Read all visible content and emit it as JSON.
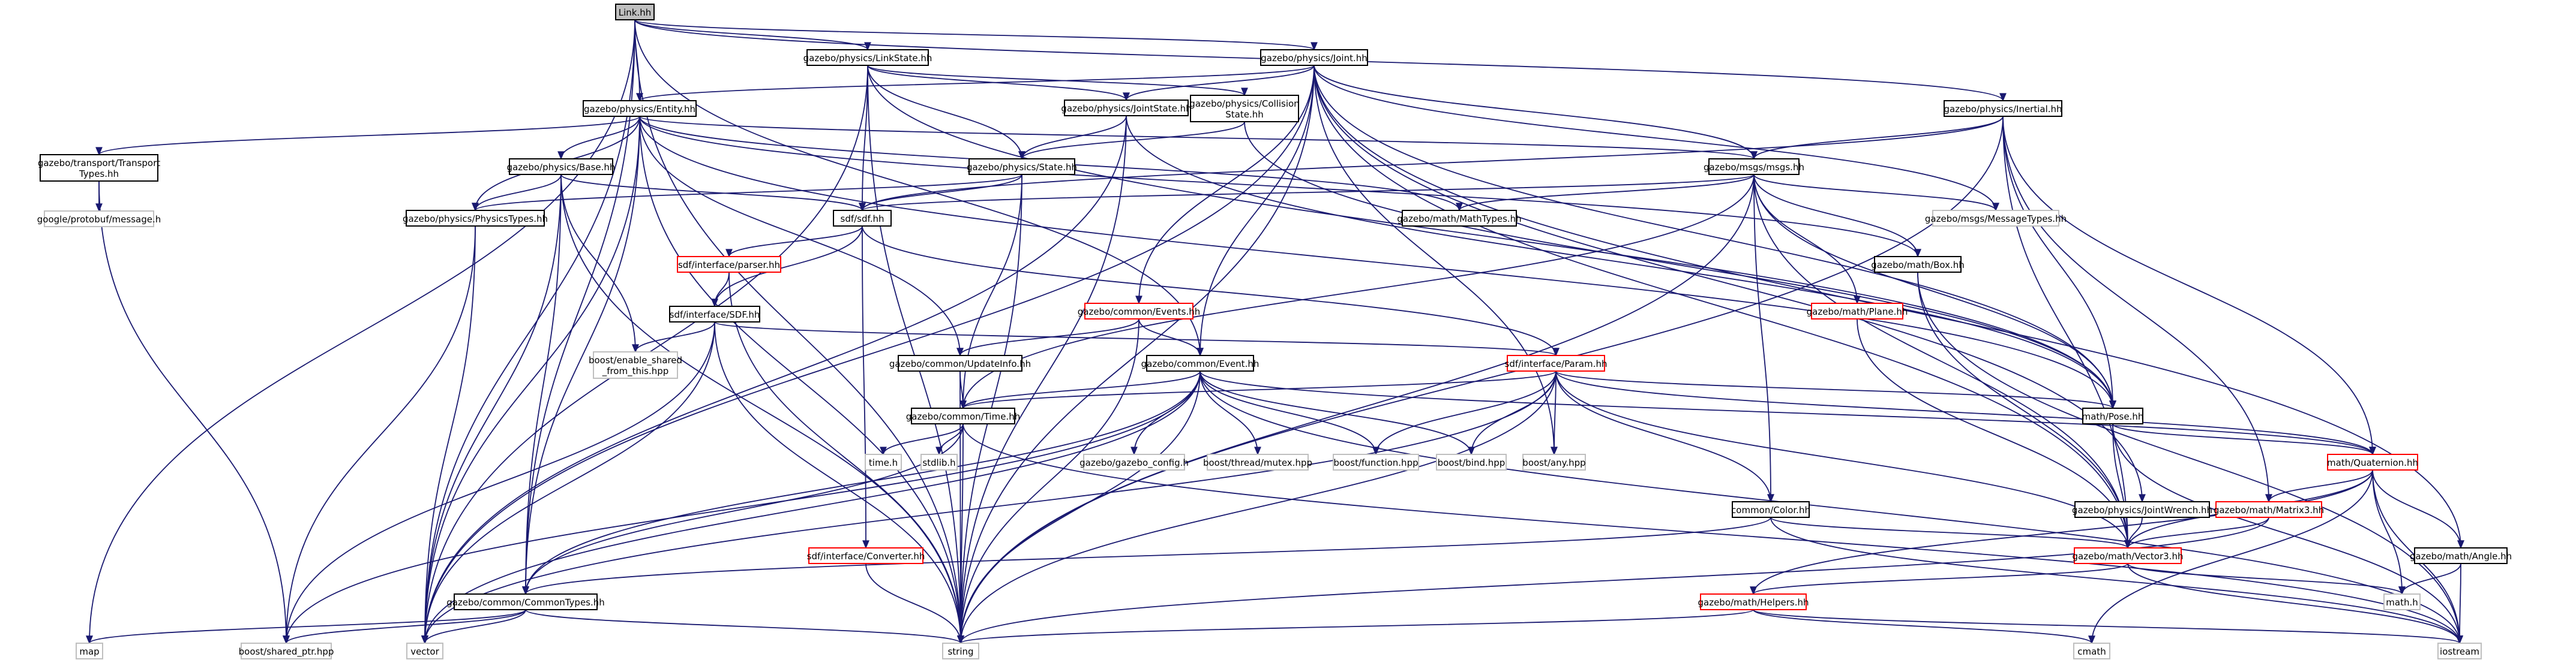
{
  "colors": {
    "root_fill": "#bfbfbf",
    "node_fill": "#ffffff",
    "border_documented": "#000000",
    "border_undocumented": "#bfbfbf",
    "border_truncated": "#ff0000",
    "edge": "#191970",
    "text": "#000000"
  },
  "nodes": [
    {
      "id": "link",
      "lines": [
        "Link.hh"
      ],
      "style": "root"
    },
    {
      "id": "linkstate",
      "lines": [
        "gazebo/physics/LinkState.hh"
      ],
      "style": "doc"
    },
    {
      "id": "joint",
      "lines": [
        "gazebo/physics/Joint.hh"
      ],
      "style": "doc"
    },
    {
      "id": "entity",
      "lines": [
        "gazebo/physics/Entity.hh"
      ],
      "style": "doc"
    },
    {
      "id": "jointstate",
      "lines": [
        "gazebo/physics/JointState.hh"
      ],
      "style": "doc"
    },
    {
      "id": "collisionstate",
      "lines": [
        "gazebo/physics/Collision",
        "State.hh"
      ],
      "style": "doc"
    },
    {
      "id": "inertial",
      "lines": [
        "gazebo/physics/Inertial.hh"
      ],
      "style": "doc"
    },
    {
      "id": "transport",
      "lines": [
        "gazebo/transport/Transport",
        "Types.hh"
      ],
      "style": "doc"
    },
    {
      "id": "base",
      "lines": [
        "gazebo/physics/Base.hh"
      ],
      "style": "doc"
    },
    {
      "id": "state",
      "lines": [
        "gazebo/physics/State.hh"
      ],
      "style": "doc"
    },
    {
      "id": "msgs",
      "lines": [
        "gazebo/msgs/msgs.hh"
      ],
      "style": "doc"
    },
    {
      "id": "protobuf",
      "lines": [
        "google/protobuf/message.h"
      ],
      "style": "undoc"
    },
    {
      "id": "physicstypes",
      "lines": [
        "gazebo/physics/PhysicsTypes.hh"
      ],
      "style": "doc"
    },
    {
      "id": "sdfsdf",
      "lines": [
        "sdf/sdf.hh"
      ],
      "style": "doc"
    },
    {
      "id": "mathtypes",
      "lines": [
        "gazebo/math/MathTypes.hh"
      ],
      "style": "doc"
    },
    {
      "id": "messagetypes",
      "lines": [
        "gazebo/msgs/MessageTypes.hh"
      ],
      "style": "undoc"
    },
    {
      "id": "parser",
      "lines": [
        "sdf/interface/parser.hh"
      ],
      "style": "trunc"
    },
    {
      "id": "mathbox",
      "lines": [
        "gazebo/math/Box.hh"
      ],
      "style": "doc"
    },
    {
      "id": "sdfhh",
      "lines": [
        "sdf/interface/SDF.hh"
      ],
      "style": "doc"
    },
    {
      "id": "events",
      "lines": [
        "gazebo/common/Events.hh"
      ],
      "style": "trunc"
    },
    {
      "id": "plane",
      "lines": [
        "gazebo/math/Plane.hh"
      ],
      "style": "trunc"
    },
    {
      "id": "enableshared",
      "lines": [
        "boost/enable_shared",
        "_from_this.hpp"
      ],
      "style": "undoc"
    },
    {
      "id": "updateinfo",
      "lines": [
        "gazebo/common/UpdateInfo.hh"
      ],
      "style": "doc"
    },
    {
      "id": "event",
      "lines": [
        "gazebo/common/Event.hh"
      ],
      "style": "doc"
    },
    {
      "id": "param",
      "lines": [
        "sdf/interface/Param.hh"
      ],
      "style": "trunc"
    },
    {
      "id": "pose",
      "lines": [
        "math/Pose.hh"
      ],
      "style": "doc"
    },
    {
      "id": "time",
      "lines": [
        "gazebo/common/Time.hh"
      ],
      "style": "doc"
    },
    {
      "id": "gazeboconfig",
      "lines": [
        "gazebo/gazebo_config.h"
      ],
      "style": "undoc"
    },
    {
      "id": "mutex",
      "lines": [
        "boost/thread/mutex.hpp"
      ],
      "style": "undoc"
    },
    {
      "id": "function",
      "lines": [
        "boost/function.hpp"
      ],
      "style": "undoc"
    },
    {
      "id": "bind",
      "lines": [
        "boost/bind.hpp"
      ],
      "style": "undoc"
    },
    {
      "id": "any",
      "lines": [
        "boost/any.hpp"
      ],
      "style": "undoc"
    },
    {
      "id": "timeh",
      "lines": [
        "time.h"
      ],
      "style": "undoc"
    },
    {
      "id": "stdlib",
      "lines": [
        "stdlib.h"
      ],
      "style": "undoc"
    },
    {
      "id": "quaternion",
      "lines": [
        "math/Quaternion.hh"
      ],
      "style": "trunc"
    },
    {
      "id": "jointwrench",
      "lines": [
        "gazebo/physics/JointWrench.hh"
      ],
      "style": "doc"
    },
    {
      "id": "color",
      "lines": [
        "common/Color.hh"
      ],
      "style": "doc"
    },
    {
      "id": "matrix3",
      "lines": [
        "gazebo/math/Matrix3.hh"
      ],
      "style": "trunc"
    },
    {
      "id": "converter",
      "lines": [
        "sdf/interface/Converter.hh"
      ],
      "style": "trunc"
    },
    {
      "id": "vector3",
      "lines": [
        "gazebo/math/Vector3.hh"
      ],
      "style": "trunc"
    },
    {
      "id": "angle",
      "lines": [
        "gazebo/math/Angle.hh"
      ],
      "style": "doc"
    },
    {
      "id": "commontypes",
      "lines": [
        "gazebo/common/CommonTypes.hh"
      ],
      "style": "doc"
    },
    {
      "id": "helpers",
      "lines": [
        "gazebo/math/Helpers.hh"
      ],
      "style": "trunc"
    },
    {
      "id": "mathh",
      "lines": [
        "math.h"
      ],
      "style": "undoc"
    },
    {
      "id": "map",
      "lines": [
        "map"
      ],
      "style": "undoc"
    },
    {
      "id": "sharedptr",
      "lines": [
        "boost/shared_ptr.hpp"
      ],
      "style": "undoc"
    },
    {
      "id": "vector",
      "lines": [
        "vector"
      ],
      "style": "undoc"
    },
    {
      "id": "string",
      "lines": [
        "string"
      ],
      "style": "undoc"
    },
    {
      "id": "cmath",
      "lines": [
        "cmath"
      ],
      "style": "undoc"
    },
    {
      "id": "iostream",
      "lines": [
        "iostream"
      ],
      "style": "undoc"
    }
  ],
  "edges": [
    [
      "link",
      "linkstate"
    ],
    [
      "link",
      "joint"
    ],
    [
      "link",
      "entity"
    ],
    [
      "link",
      "inertial"
    ],
    [
      "link",
      "event"
    ],
    [
      "link",
      "commontypes"
    ],
    [
      "link",
      "map"
    ],
    [
      "link",
      "vector"
    ],
    [
      "link",
      "string"
    ],
    [
      "linkstate",
      "jointstate"
    ],
    [
      "linkstate",
      "collisionstate"
    ],
    [
      "linkstate",
      "state"
    ],
    [
      "linkstate",
      "sdfsdf"
    ],
    [
      "linkstate",
      "pose"
    ],
    [
      "linkstate",
      "vector"
    ],
    [
      "linkstate",
      "string"
    ],
    [
      "joint",
      "jointstate"
    ],
    [
      "joint",
      "entity"
    ],
    [
      "joint",
      "msgs"
    ],
    [
      "joint",
      "messagetypes"
    ],
    [
      "joint",
      "events"
    ],
    [
      "joint",
      "event"
    ],
    [
      "joint",
      "jointwrench"
    ],
    [
      "joint",
      "vector3"
    ],
    [
      "joint",
      "pose"
    ],
    [
      "joint",
      "angle"
    ],
    [
      "joint",
      "any"
    ],
    [
      "joint",
      "string"
    ],
    [
      "joint",
      "vector"
    ],
    [
      "entity",
      "transport"
    ],
    [
      "entity",
      "base"
    ],
    [
      "entity",
      "physicstypes"
    ],
    [
      "entity",
      "msgs"
    ],
    [
      "entity",
      "mathtypes"
    ],
    [
      "entity",
      "mathbox"
    ],
    [
      "entity",
      "pose"
    ],
    [
      "entity",
      "updateinfo"
    ],
    [
      "entity",
      "commontypes"
    ],
    [
      "entity",
      "string"
    ],
    [
      "entity",
      "vector"
    ],
    [
      "jointstate",
      "state"
    ],
    [
      "jointstate",
      "pose"
    ],
    [
      "jointstate",
      "vector"
    ],
    [
      "jointstate",
      "string"
    ],
    [
      "collisionstate",
      "state"
    ],
    [
      "collisionstate",
      "pose"
    ],
    [
      "inertial",
      "msgs"
    ],
    [
      "inertial",
      "sdfsdf"
    ],
    [
      "inertial",
      "quaternion"
    ],
    [
      "inertial",
      "vector3"
    ],
    [
      "inertial",
      "matrix3"
    ],
    [
      "inertial",
      "pose"
    ],
    [
      "inertial",
      "string"
    ],
    [
      "transport",
      "protobuf"
    ],
    [
      "transport",
      "sharedptr"
    ],
    [
      "base",
      "physicstypes"
    ],
    [
      "base",
      "sdfsdf"
    ],
    [
      "base",
      "enableshared"
    ],
    [
      "base",
      "commontypes"
    ],
    [
      "base",
      "vector"
    ],
    [
      "base",
      "string"
    ],
    [
      "state",
      "sdfsdf"
    ],
    [
      "state",
      "physicstypes"
    ],
    [
      "state",
      "time"
    ],
    [
      "state",
      "string"
    ],
    [
      "msgs",
      "messagetypes"
    ],
    [
      "msgs",
      "mathtypes"
    ],
    [
      "msgs",
      "sdfsdf"
    ],
    [
      "msgs",
      "mathbox"
    ],
    [
      "msgs",
      "plane"
    ],
    [
      "msgs",
      "pose"
    ],
    [
      "msgs",
      "color"
    ],
    [
      "msgs",
      "vector3"
    ],
    [
      "msgs",
      "time"
    ],
    [
      "msgs",
      "string"
    ],
    [
      "physicstypes",
      "sharedptr"
    ],
    [
      "physicstypes",
      "vector"
    ],
    [
      "sdfsdf",
      "parser"
    ],
    [
      "sdfsdf",
      "sdfhh"
    ],
    [
      "sdfsdf",
      "param"
    ],
    [
      "sdfsdf",
      "converter"
    ],
    [
      "parser",
      "sdfhh"
    ],
    [
      "parser",
      "string"
    ],
    [
      "mathbox",
      "vector3"
    ],
    [
      "mathbox",
      "iostream"
    ],
    [
      "sdfhh",
      "param"
    ],
    [
      "sdfhh",
      "enableshared"
    ],
    [
      "sdfhh",
      "sharedptr"
    ],
    [
      "sdfhh",
      "vector"
    ],
    [
      "sdfhh",
      "string"
    ],
    [
      "events",
      "event"
    ],
    [
      "events",
      "updateinfo"
    ],
    [
      "events",
      "string"
    ],
    [
      "plane",
      "vector3"
    ],
    [
      "updateinfo",
      "time"
    ],
    [
      "updateinfo",
      "string"
    ],
    [
      "event",
      "time"
    ],
    [
      "event",
      "gazeboconfig"
    ],
    [
      "event",
      "mutex"
    ],
    [
      "event",
      "function"
    ],
    [
      "event",
      "bind"
    ],
    [
      "event",
      "commontypes"
    ],
    [
      "event",
      "sharedptr"
    ],
    [
      "event",
      "vector"
    ],
    [
      "event",
      "string"
    ],
    [
      "event",
      "iostream"
    ],
    [
      "event",
      "quaternion"
    ],
    [
      "param",
      "any"
    ],
    [
      "param",
      "bind"
    ],
    [
      "param",
      "function"
    ],
    [
      "param",
      "color"
    ],
    [
      "param",
      "pose"
    ],
    [
      "param",
      "vector3"
    ],
    [
      "param",
      "quaternion"
    ],
    [
      "param",
      "time"
    ],
    [
      "param",
      "string"
    ],
    [
      "param",
      "vector"
    ],
    [
      "pose",
      "vector3"
    ],
    [
      "pose",
      "quaternion"
    ],
    [
      "pose",
      "iostream"
    ],
    [
      "time",
      "timeh"
    ],
    [
      "time",
      "stdlib"
    ],
    [
      "time",
      "commontypes"
    ],
    [
      "time",
      "string"
    ],
    [
      "time",
      "iostream"
    ],
    [
      "quaternion",
      "matrix3"
    ],
    [
      "quaternion",
      "vector3"
    ],
    [
      "quaternion",
      "angle"
    ],
    [
      "quaternion",
      "helpers"
    ],
    [
      "quaternion",
      "mathh"
    ],
    [
      "quaternion",
      "cmath"
    ],
    [
      "quaternion",
      "iostream"
    ],
    [
      "jointwrench",
      "vector3"
    ],
    [
      "color",
      "commontypes"
    ],
    [
      "color",
      "vector3"
    ],
    [
      "color",
      "iostream"
    ],
    [
      "matrix3",
      "vector3"
    ],
    [
      "matrix3",
      "string"
    ],
    [
      "converter",
      "string"
    ],
    [
      "vector3",
      "helpers"
    ],
    [
      "vector3",
      "mathh"
    ],
    [
      "vector3",
      "iostream"
    ],
    [
      "angle",
      "mathh"
    ],
    [
      "angle",
      "iostream"
    ],
    [
      "commontypes",
      "map"
    ],
    [
      "commontypes",
      "sharedptr"
    ],
    [
      "commontypes",
      "vector"
    ],
    [
      "commontypes",
      "string"
    ],
    [
      "helpers",
      "cmath"
    ],
    [
      "helpers",
      "string"
    ],
    [
      "helpers",
      "iostream"
    ]
  ]
}
